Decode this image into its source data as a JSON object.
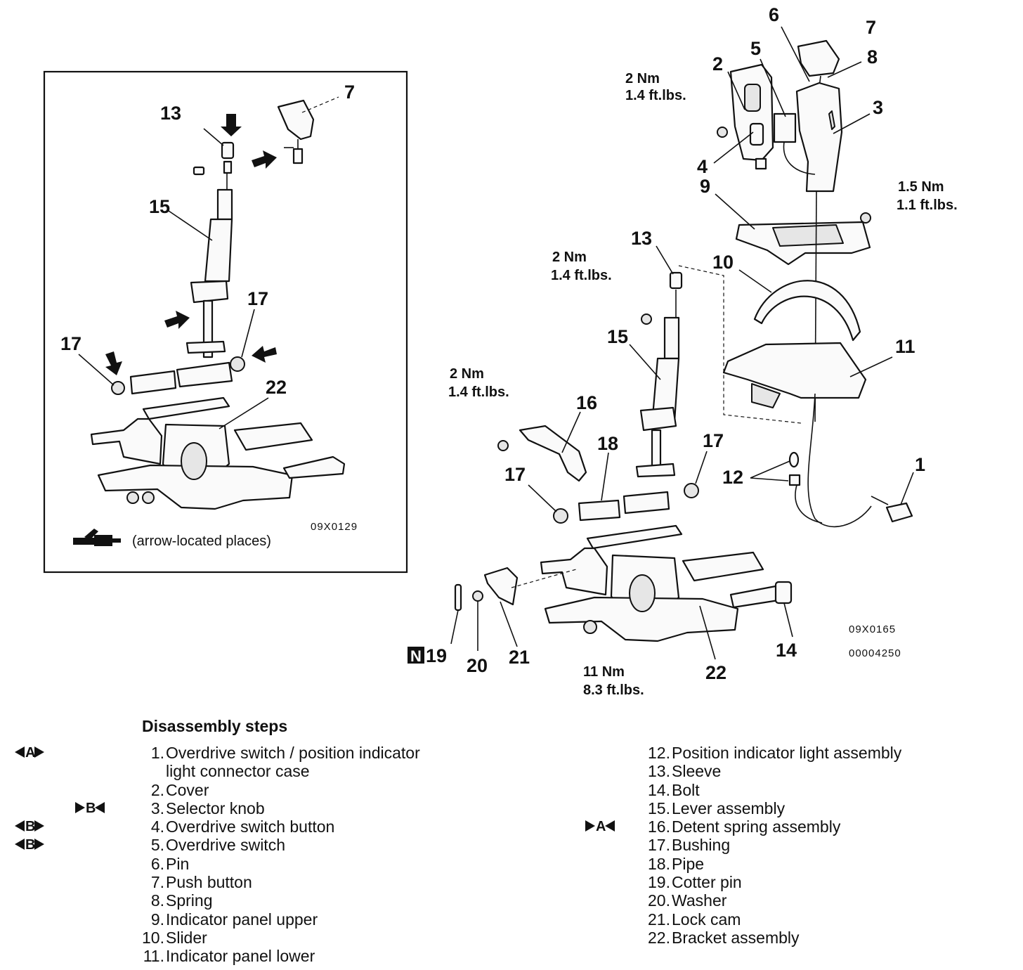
{
  "inset": {
    "callouts": {
      "c13": "13",
      "c7": "7",
      "c15": "15",
      "c17a": "17",
      "c17b": "17",
      "c22": "22"
    },
    "note": "(arrow-located places)",
    "code": "09X0129",
    "icon": "grease-gun-icon"
  },
  "main": {
    "callouts": {
      "c1": "1",
      "c2": "2",
      "c3": "3",
      "c4": "4",
      "c5": "5",
      "c6": "6",
      "c7": "7",
      "c8": "8",
      "c9": "9",
      "c10": "10",
      "c11": "11",
      "c12": "12",
      "c13": "13",
      "c14": "14",
      "c15": "15",
      "c16": "16",
      "c17a": "17",
      "c17b": "17",
      "c18": "18",
      "c19": "19",
      "c20": "20",
      "c21": "21",
      "c22": "22"
    },
    "torques": {
      "t1": [
        "2 Nm",
        "1.4 ft.lbs."
      ],
      "t2": [
        "1.5 Nm",
        "1.1 ft.lbs."
      ],
      "t3": [
        "2 Nm",
        "1.4 ft.lbs."
      ],
      "t4": [
        "2 Nm",
        "1.4 ft.lbs."
      ],
      "t5": [
        "11 Nm",
        "8.3 ft.lbs."
      ]
    },
    "code1": "09X0165",
    "code2": "00004250",
    "new_part_badge": "N"
  },
  "steps": {
    "title": "Disassembly steps",
    "left": [
      {
        "num": "1.",
        "text": "Overdrive switch / position indicator",
        "mark": "A",
        "mark_style": "outward"
      },
      {
        "num": "",
        "text": "light connector case",
        "mark": "",
        "mark_style": ""
      },
      {
        "num": "2.",
        "text": "Cover",
        "mark": "",
        "mark_style": ""
      },
      {
        "num": "3.",
        "text": "Selector knob",
        "mark": "B",
        "mark_style": "inward"
      },
      {
        "num": "4.",
        "text": "Overdrive switch button",
        "mark": "B",
        "mark_style": "outward"
      },
      {
        "num": "5.",
        "text": "Overdrive switch",
        "mark": "B",
        "mark_style": "outward"
      },
      {
        "num": "6.",
        "text": "Pin",
        "mark": "",
        "mark_style": ""
      },
      {
        "num": "7.",
        "text": "Push button",
        "mark": "",
        "mark_style": ""
      },
      {
        "num": "8.",
        "text": "Spring",
        "mark": "",
        "mark_style": ""
      },
      {
        "num": "9.",
        "text": "Indicator panel upper",
        "mark": "",
        "mark_style": ""
      },
      {
        "num": "10.",
        "text": "Slider",
        "mark": "",
        "mark_style": ""
      },
      {
        "num": "11.",
        "text": "Indicator panel lower",
        "mark": "",
        "mark_style": ""
      }
    ],
    "right": [
      {
        "num": "12.",
        "text": "Position indicator light assembly",
        "mark": "",
        "mark_style": ""
      },
      {
        "num": "13.",
        "text": "Sleeve",
        "mark": "",
        "mark_style": ""
      },
      {
        "num": "14.",
        "text": "Bolt",
        "mark": "",
        "mark_style": ""
      },
      {
        "num": "15.",
        "text": "Lever assembly",
        "mark": "",
        "mark_style": ""
      },
      {
        "num": "16.",
        "text": "Detent spring assembly",
        "mark": "A",
        "mark_style": "inward"
      },
      {
        "num": "17.",
        "text": "Bushing",
        "mark": "",
        "mark_style": ""
      },
      {
        "num": "18.",
        "text": "Pipe",
        "mark": "",
        "mark_style": ""
      },
      {
        "num": "19.",
        "text": "Cotter pin",
        "mark": "",
        "mark_style": ""
      },
      {
        "num": "20.",
        "text": "Washer",
        "mark": "",
        "mark_style": ""
      },
      {
        "num": "21.",
        "text": "Lock cam",
        "mark": "",
        "mark_style": ""
      },
      {
        "num": "22.",
        "text": "Bracket assembly",
        "mark": "",
        "mark_style": ""
      }
    ]
  }
}
